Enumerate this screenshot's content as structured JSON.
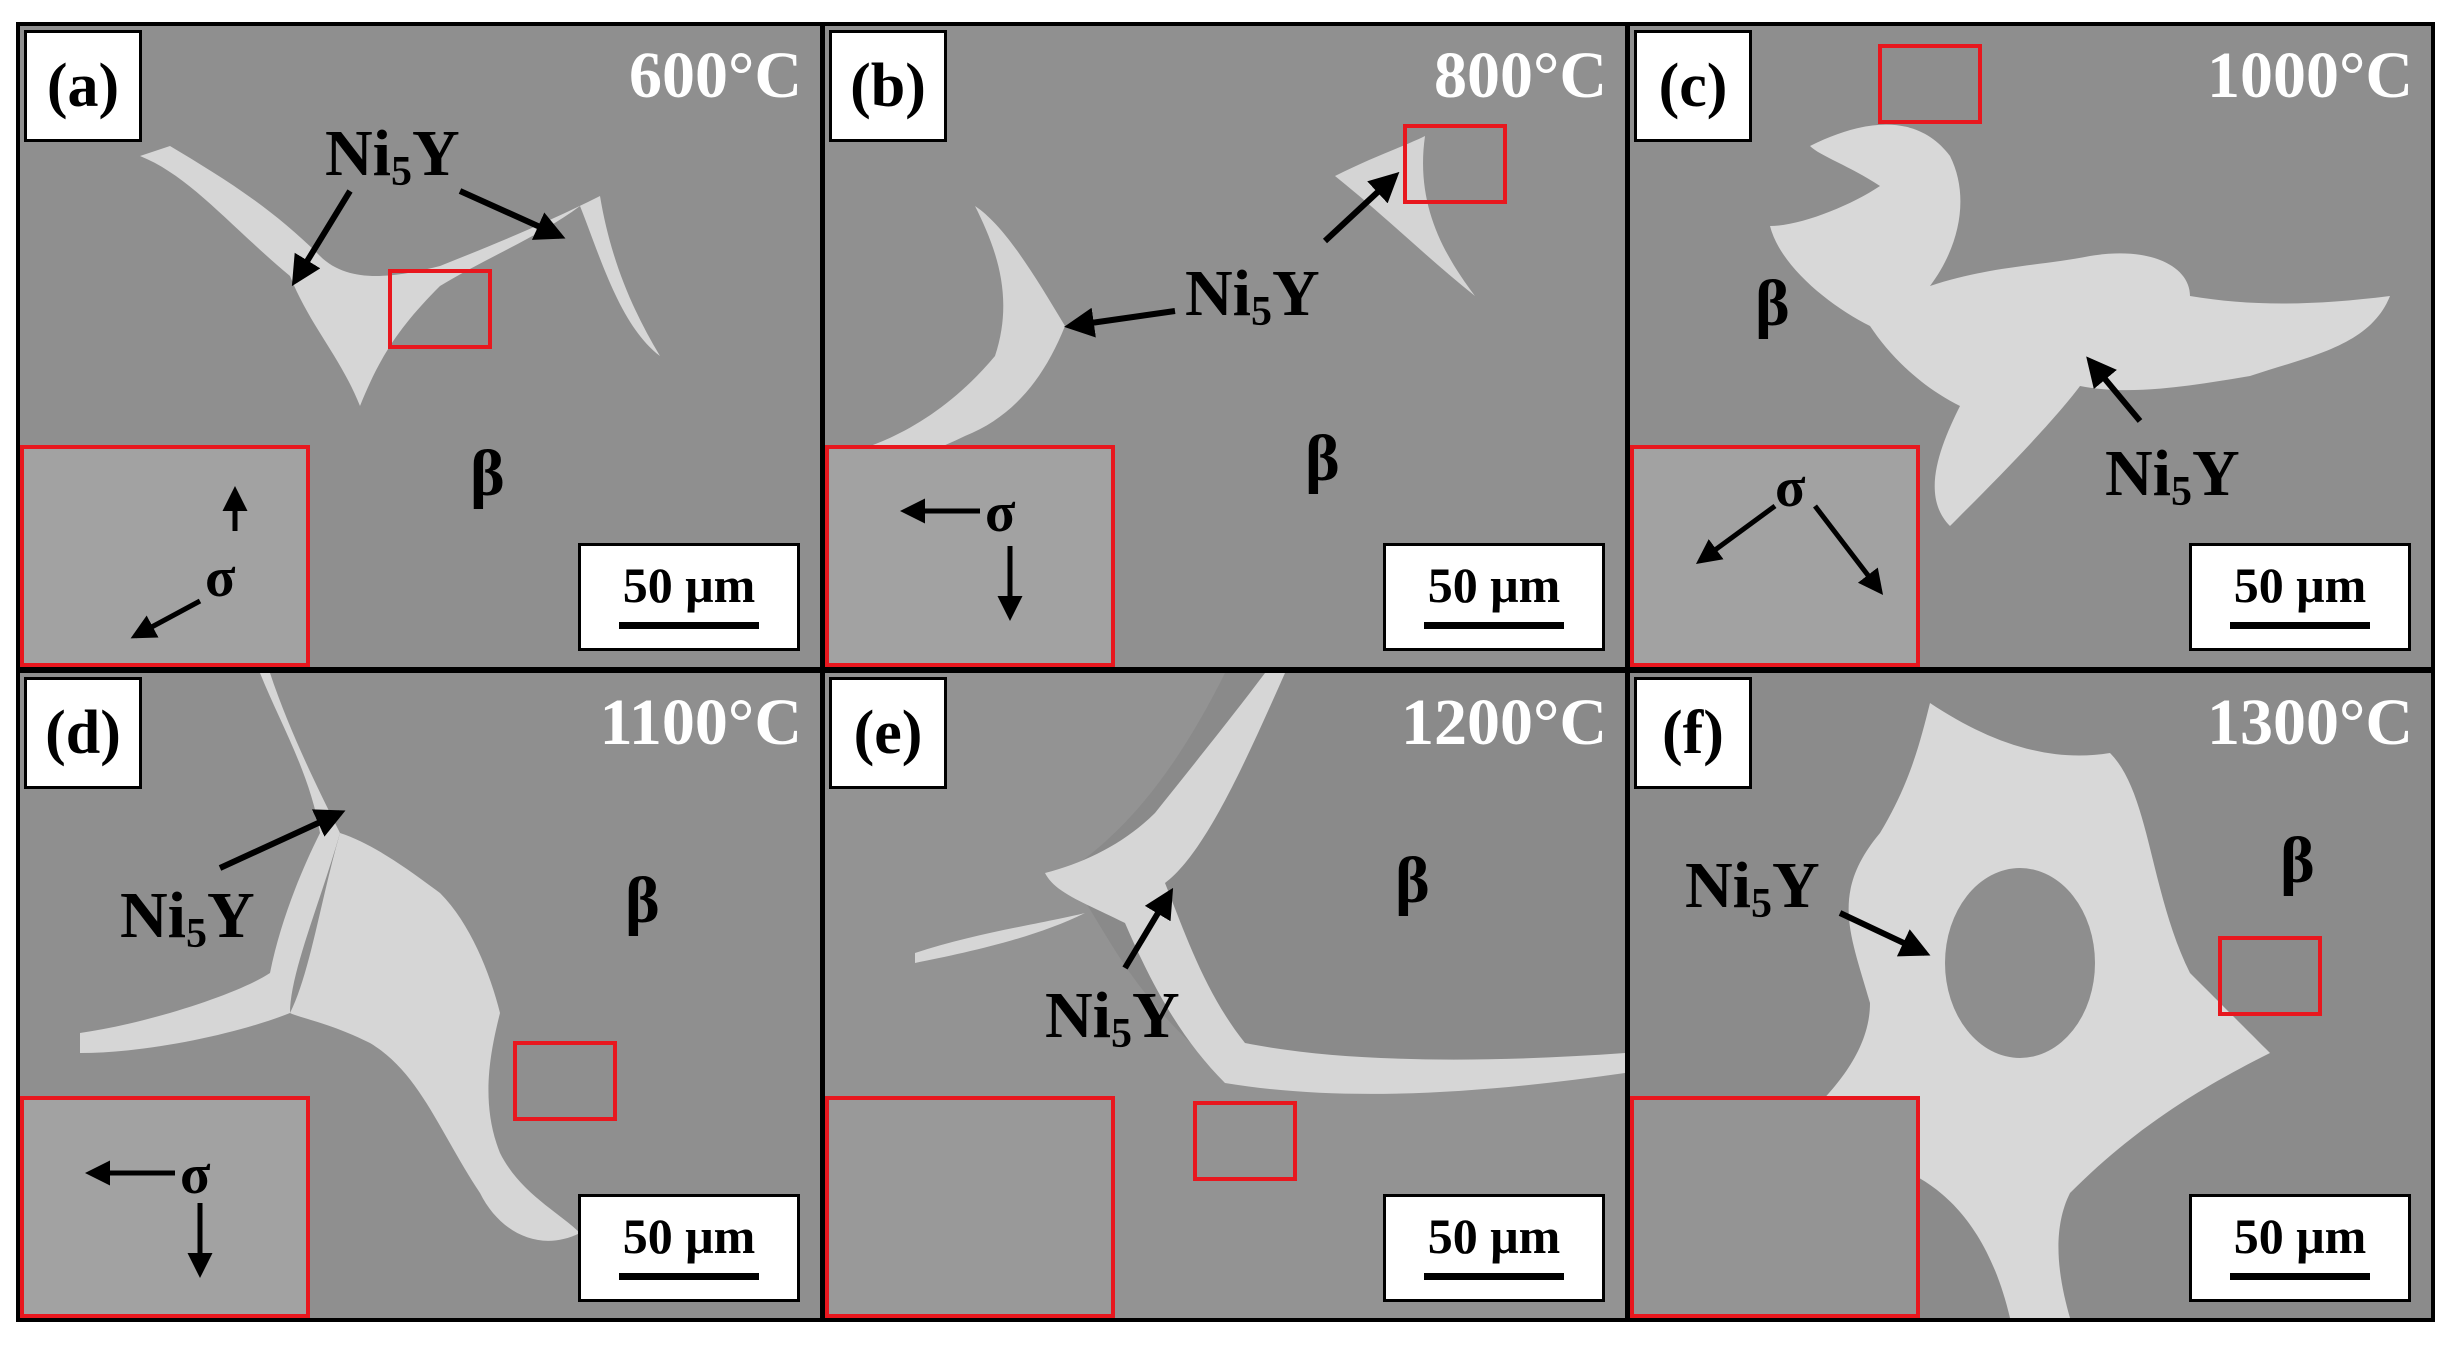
{
  "panels": [
    {
      "label": "(a)",
      "temp": "600°C",
      "scale": "50 μm",
      "phases": {
        "beta": "β",
        "sigma": "σ",
        "ni5y_main": "Ni",
        "ni5y_sub": "5",
        "ni5y_tail": "Y"
      }
    },
    {
      "label": "(b)",
      "temp": "800°C",
      "scale": "50 μm",
      "phases": {
        "beta": "β",
        "sigma": "σ",
        "ni5y_main": "Ni",
        "ni5y_sub": "5",
        "ni5y_tail": "Y"
      }
    },
    {
      "label": "(c)",
      "temp": "1000°C",
      "scale": "50 μm",
      "phases": {
        "beta": "β",
        "sigma": "σ",
        "ni5y_main": "Ni",
        "ni5y_sub": "5",
        "ni5y_tail": "Y"
      }
    },
    {
      "label": "(d)",
      "temp": "1100°C",
      "scale": "50 μm",
      "phases": {
        "beta": "β",
        "sigma": "σ",
        "ni5y_main": "Ni",
        "ni5y_sub": "5",
        "ni5y_tail": "Y"
      }
    },
    {
      "label": "(e)",
      "temp": "1200°C",
      "scale": "50 μm",
      "phases": {
        "beta": "β",
        "ni5y_main": "Ni",
        "ni5y_sub": "5",
        "ni5y_tail": "Y"
      }
    },
    {
      "label": "(f)",
      "temp": "1300°C",
      "scale": "50 μm",
      "phases": {
        "beta": "β",
        "ni5y_main": "Ni",
        "ni5y_sub": "5",
        "ni5y_tail": "Y"
      }
    }
  ],
  "colors": {
    "matrix": "#8d8d8d",
    "ni5y": "#d9d9d9",
    "highlight": "#e8171e",
    "arrow": "#000000"
  }
}
